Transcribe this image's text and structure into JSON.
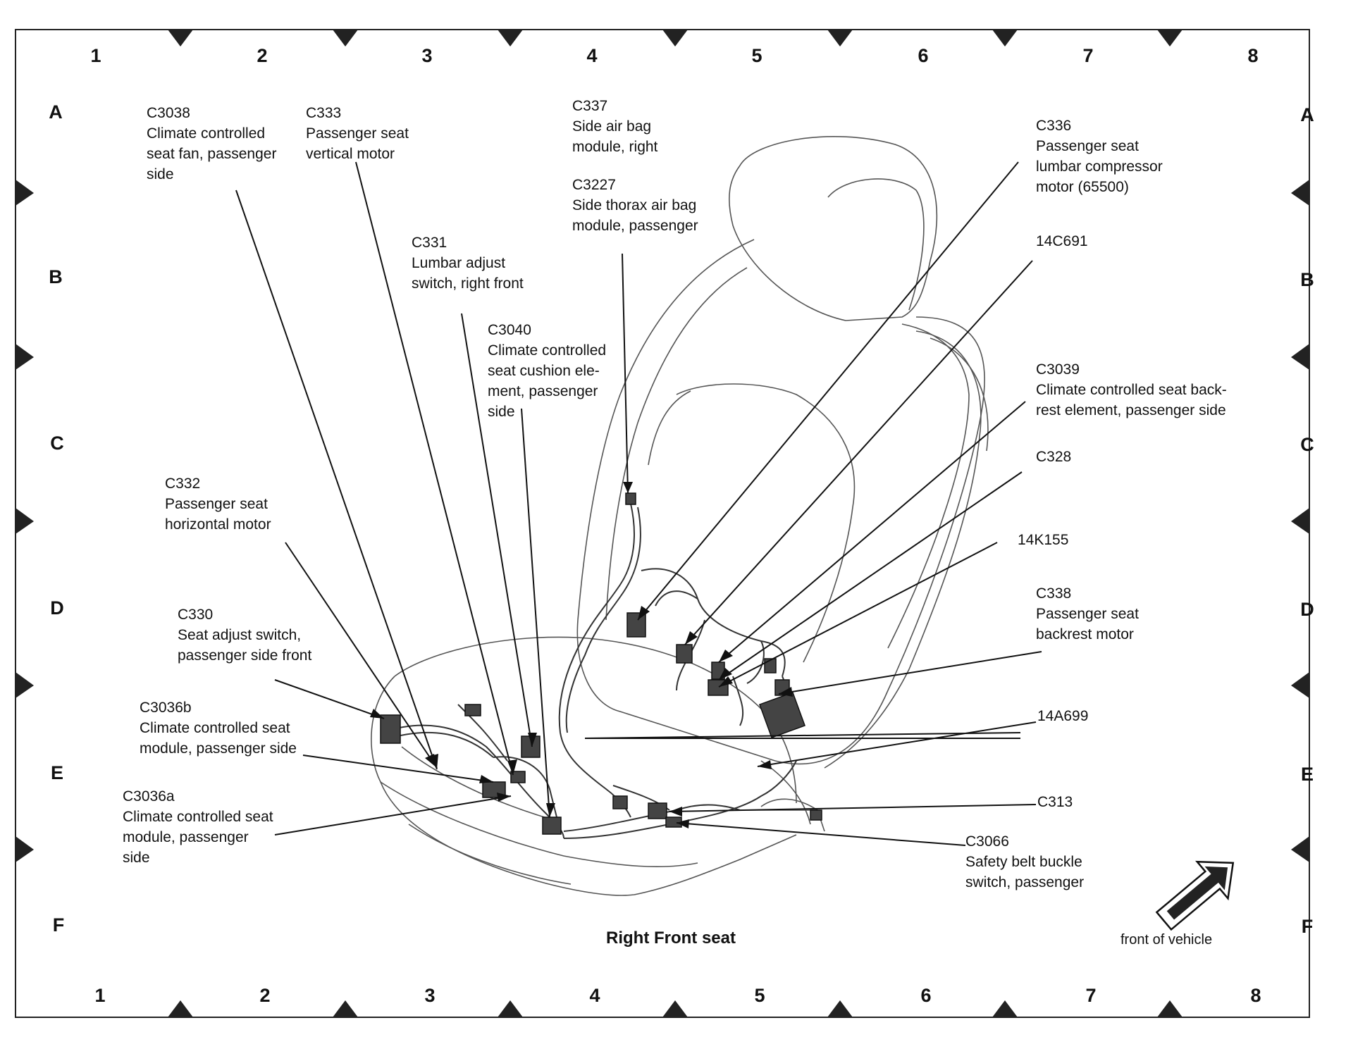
{
  "grid": {
    "columns": [
      "1",
      "2",
      "3",
      "4",
      "5",
      "6",
      "7",
      "8"
    ],
    "rows": [
      "A",
      "B",
      "C",
      "D",
      "E",
      "F"
    ]
  },
  "title": "Right Front seat",
  "front_indicator": "front of vehicle",
  "callouts": [
    {
      "code": "C3038",
      "desc": "Climate controlled\nseat fan, passenger\nside"
    },
    {
      "code": "C333",
      "desc": "Passenger seat\nvertical motor"
    },
    {
      "code": "C337",
      "desc": "Side air bag\nmodule, right"
    },
    {
      "code": "C3227",
      "desc": "Side thorax air bag\nmodule, passenger"
    },
    {
      "code": "C331",
      "desc": "Lumbar adjust\nswitch, right front"
    },
    {
      "code": "C3040",
      "desc": "Climate controlled\nseat cushion ele-\nment, passenger\nside"
    },
    {
      "code": "C336",
      "desc": "Passenger seat\nlumbar compressor\nmotor (65500)"
    },
    {
      "code": "14C691",
      "desc": ""
    },
    {
      "code": "C3039",
      "desc": "Climate controlled seat back-\nrest element, passenger side"
    },
    {
      "code": "C328",
      "desc": ""
    },
    {
      "code": "14K155",
      "desc": ""
    },
    {
      "code": "C338",
      "desc": "Passenger seat\nbackrest motor"
    },
    {
      "code": "C332",
      "desc": "Passenger seat\nhorizontal motor"
    },
    {
      "code": "C330",
      "desc": "Seat adjust switch,\npassenger side front"
    },
    {
      "code": "C3036b",
      "desc": "Climate controlled seat\nmodule, passenger side"
    },
    {
      "code": "C3036a",
      "desc": "Climate controlled seat\nmodule, passenger\nside"
    },
    {
      "code": "14A699",
      "desc": ""
    },
    {
      "code": "C313",
      "desc": ""
    },
    {
      "code": "C3066",
      "desc": "Safety belt buckle\nswitch, passenger"
    }
  ]
}
